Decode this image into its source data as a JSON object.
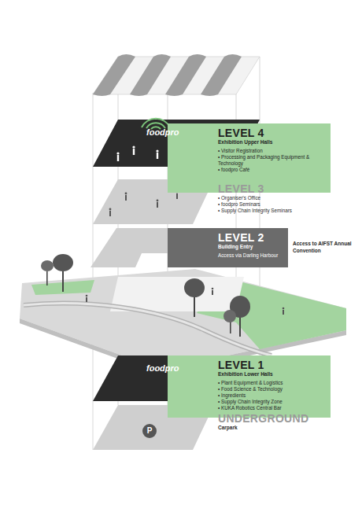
{
  "diagram": {
    "nodes": [
      {
        "text": [
          "LEVEL 4",
          "Exhibition Upper Halls",
          "• Visitor Registration",
          "• Processing and Packaging Equipment & Technology",
          "• foodpro Café"
        ]
      },
      {
        "text": [
          "LEVEL 3",
          "• Organiser's Office",
          "• foodpro Seminars",
          "• Supply Chain Integrity Seminars"
        ]
      },
      {
        "text": [
          "LEVEL 2",
          "Building Entry",
          "Access via Darling Harbour"
        ]
      },
      {
        "text": [
          "LEVEL 1",
          "Exhibition Lower Halls",
          "• Plant Equipment & Logistics",
          "• Food Science & Technology",
          "• Ingredients",
          "• Supply Chain Integrity Zone",
          "• KUKA Robotics Central Bar"
        ]
      },
      {
        "text": [
          "UNDERGROUND",
          "Carpark"
        ]
      }
    ],
    "labels": [
      "foodpro",
      "Access to AIFST Annual Convention",
      "foodpro",
      "P"
    ]
  }
}
